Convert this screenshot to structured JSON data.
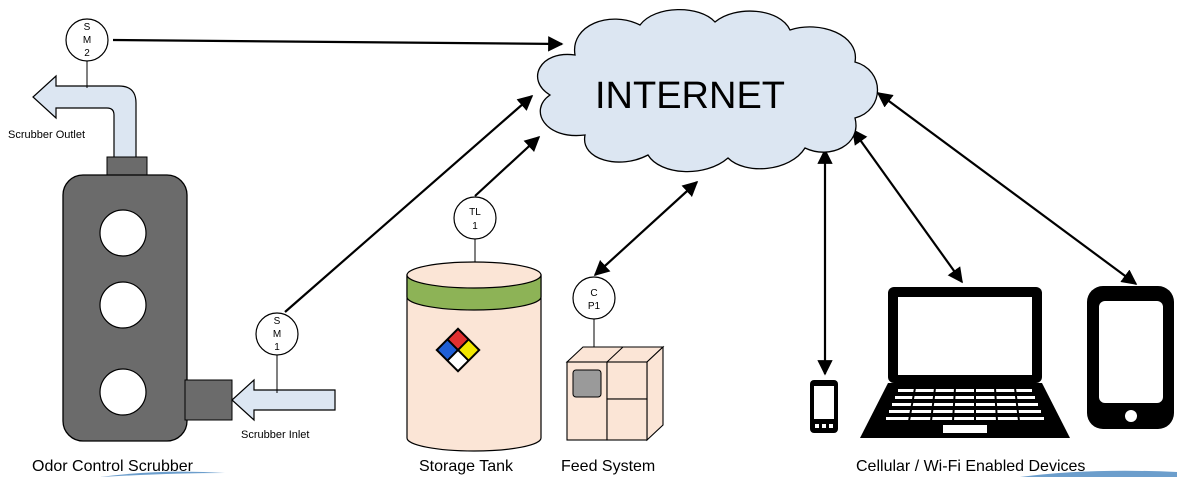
{
  "cloud": {
    "label": "INTERNET"
  },
  "scrubber": {
    "label": "Odor Control Scrubber",
    "outlet_label": "Scrubber Outlet",
    "inlet_label": "Scrubber Inlet"
  },
  "sensors": {
    "sm2": {
      "lines": [
        "S",
        "M",
        "2"
      ]
    },
    "sm1": {
      "lines": [
        "S",
        "M",
        "1"
      ]
    },
    "tl1": {
      "lines": [
        "TL",
        "1"
      ]
    },
    "cp1": {
      "lines": [
        "C",
        "P1"
      ]
    }
  },
  "tank": {
    "label": "Storage Tank"
  },
  "feed": {
    "label": "Feed System"
  },
  "devices": {
    "label": "Cellular / Wi-Fi Enabled Devices"
  },
  "colors": {
    "scrubber_body": "#6b6b6b",
    "pipe_fill": "#dce6f2",
    "cloud_fill": "#dce6f2",
    "tank_fill": "#fbe5d6",
    "tank_band": "#8db356",
    "feed_fill": "#fbe5d6",
    "accent_swoosh": "#2e75b6"
  }
}
